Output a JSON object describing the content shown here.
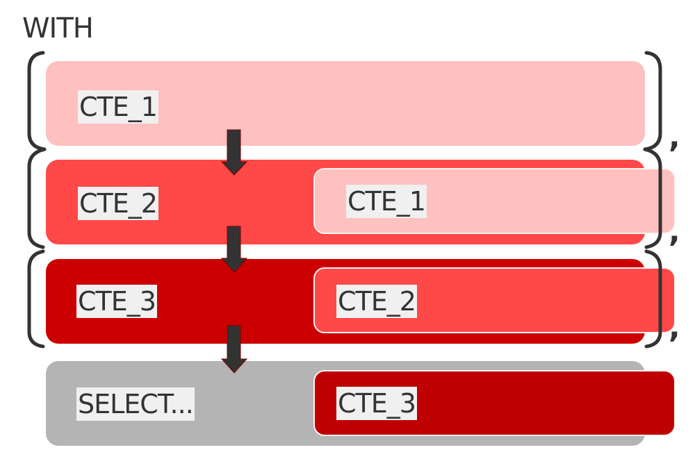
{
  "keyword": "WITH",
  "colors": {
    "cte1": "#ffc0c0",
    "cte2": "#ff4848",
    "cte3": "#cc0000",
    "select": "#b4b4b4",
    "cte3_inner": "#bf0000",
    "ink": "#333333"
  },
  "rows": [
    {
      "label": "CTE_1"
    },
    {
      "label": "CTE_2",
      "inner_label": "CTE_1"
    },
    {
      "label": "CTE_3",
      "inner_label": "CTE_2"
    },
    {
      "label": "SELECT...",
      "inner_label": "CTE_3"
    }
  ],
  "separator": ","
}
